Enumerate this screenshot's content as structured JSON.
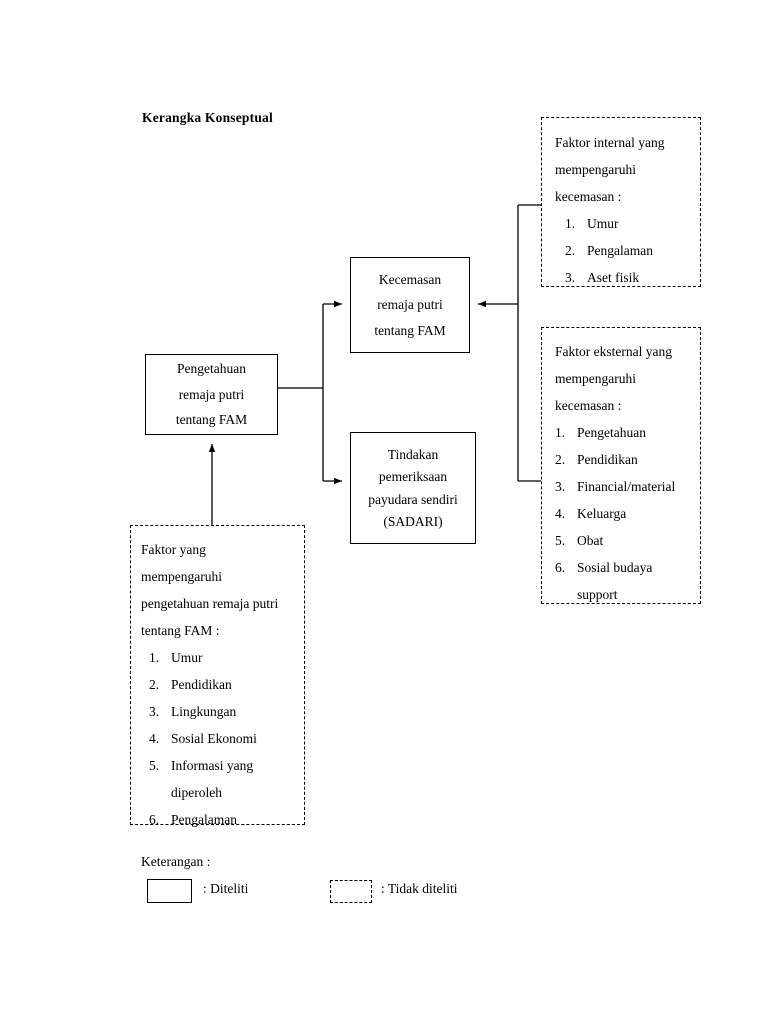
{
  "title": "Kerangka Konseptual",
  "boxes": {
    "kecemasan": {
      "style": "solid",
      "lines": [
        "Kecemasan",
        "remaja putri",
        "tentang FAM"
      ]
    },
    "pengetahuan": {
      "style": "solid",
      "lines": [
        "Pengetahuan",
        "remaja putri",
        "tentang FAM"
      ]
    },
    "tindakan": {
      "style": "solid",
      "lines": [
        "Tindakan",
        "pemeriksaan",
        "payudara sendiri",
        "(SADARI)"
      ]
    },
    "internal_factors": {
      "style": "dashed",
      "heading": [
        "Faktor internal yang",
        "mempengaruhi",
        "kecemasan :"
      ],
      "items": [
        "Umur",
        "Pengalaman",
        "Aset fisik"
      ]
    },
    "external_factors": {
      "style": "dashed",
      "heading": [
        "Faktor eksternal yang",
        "mempengaruhi",
        "kecemasan :"
      ],
      "items": [
        "Pengetahuan",
        "Pendidikan",
        "Financial/material",
        "Keluarga",
        "Obat",
        "Sosial budaya"
      ],
      "continuation": "support"
    },
    "knowledge_factors": {
      "style": "dashed",
      "heading": [
        "Faktor yang",
        "mempengaruhi",
        "pengetahuan remaja putri",
        "tentang FAM :"
      ],
      "items": [
        "Umur",
        "Pendidikan",
        "Lingkungan",
        "Sosial Ekonomi",
        "Informasi yang",
        "Pengalaman"
      ],
      "continuation": "diperoleh"
    }
  },
  "legend": {
    "title": "Keterangan :",
    "solid_label": ": Diteliti",
    "dashed_label": ": Tidak diteliti"
  },
  "colors": {
    "line": "#000000",
    "background": "#ffffff"
  }
}
